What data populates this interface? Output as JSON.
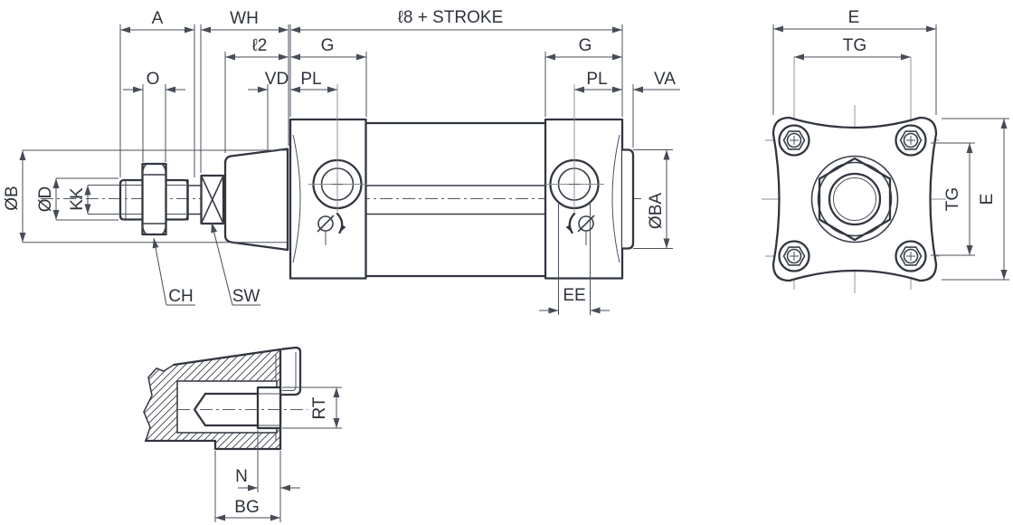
{
  "colors": {
    "line": "#31363f",
    "thin_line": "#4b515b",
    "centerline": "#565c66",
    "background": "#ffffff"
  },
  "labels": {
    "main": {
      "a": "A",
      "wh": "WH",
      "l8_stroke": "ℓ8 + STROKE",
      "l2": "ℓ2",
      "g_left": "G",
      "g_right": "G",
      "o": "O",
      "vd": "VD",
      "pl_left": "PL",
      "pl_right": "PL",
      "va": "VA",
      "dia_b": "ØB",
      "dia_d": "ØD",
      "kk": "KK",
      "dia_ba": "ØBA",
      "ee": "EE",
      "ch": "CH",
      "sw": "SW"
    },
    "end": {
      "e_top": "E",
      "tg_top": "TG",
      "tg_side": "TG",
      "e_side": "E"
    },
    "detail": {
      "rt": "RT",
      "n": "N",
      "bg": "BG"
    }
  }
}
